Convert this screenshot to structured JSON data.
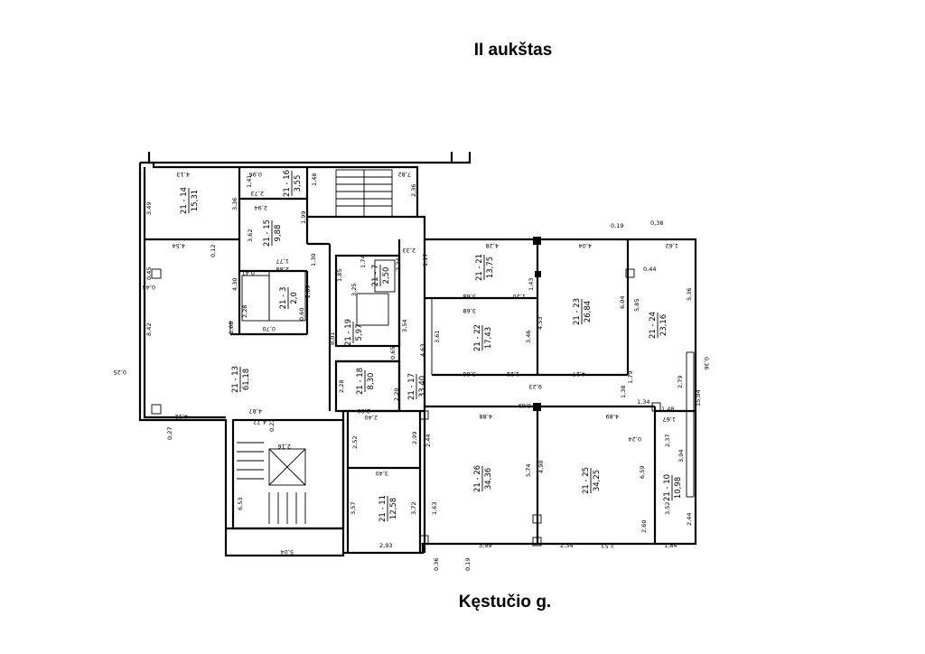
{
  "header": {
    "floor_title": "II aukštas"
  },
  "footer": {
    "street": "Kęstučio g."
  },
  "rooms": [
    {
      "id": "21 - 14",
      "area": "15,31"
    },
    {
      "id": "21 - 16",
      "area": "3,55"
    },
    {
      "id": "21 - 15",
      "area": "9,88"
    },
    {
      "id": "21 - 3",
      "area": "2,0"
    },
    {
      "id": "21 - 13",
      "area": "61,18"
    },
    {
      "id": "21 - 19",
      "area": "5,97"
    },
    {
      "id": "21 - 7",
      "area": "2,50"
    },
    {
      "id": "21 - 18",
      "area": "8,30"
    },
    {
      "id": "21 - 17",
      "area": "33,40"
    },
    {
      "id": "21 - 21",
      "area": "13,75"
    },
    {
      "id": "21 - 22",
      "area": "17,43"
    },
    {
      "id": "21 - 23",
      "area": "26,84"
    },
    {
      "id": "21 - 24",
      "area": "23,16"
    },
    {
      "id": "21 - 26",
      "area": "34,36"
    },
    {
      "id": "21 - 25",
      "area": "34,25"
    },
    {
      "id": "21 - 10",
      "area": "10,98"
    },
    {
      "id": "21 - 11",
      "area": "12,58"
    }
  ],
  "dimensions": [
    "4,13",
    "4,54",
    "3,49",
    "0,45",
    "0,44",
    "8,42",
    "0,25",
    "0,27",
    "4,12",
    "0,12",
    "4,30",
    "3,36",
    "3,62",
    "1,41",
    "0,96",
    "2,73",
    "2,94",
    "1,99",
    "2,88",
    "1,48",
    "7,82",
    "2,36",
    "0,19",
    "0,38",
    "4,28",
    "4,04",
    "3,68",
    "1,20",
    "3,66",
    "4,63",
    "3,61",
    "3,68",
    "4,27",
    "9,23",
    "4,88",
    "6,69",
    "4,89",
    "5,36",
    "2,79",
    "15,04",
    "0,36",
    "3,94",
    "1,84",
    "5,74",
    "4,90",
    "6,59",
    "2,60",
    "3,99",
    "2,34",
    "2,53",
    "2,93",
    "5,04",
    "6,53",
    "3,57",
    "3,72",
    "1,63",
    "2,16",
    "0,22",
    "4,77",
    "4,87",
    "2,90",
    "2,28",
    "2,20",
    "2,40",
    "3,40",
    "2,52",
    "2,99",
    "2,44",
    "1,67",
    "0,24",
    "2,37",
    "3,52",
    "2,44",
    "0,19",
    "0,36",
    "1,38",
    "1,34",
    "1,48",
    "1,79",
    "1,22",
    "1,62",
    "1,43",
    "3,46",
    "4,53",
    "6,04",
    "5,85",
    "0,44",
    "1,85",
    "3,25",
    "1,74",
    "2,24",
    "2,33",
    "1,17",
    "3,54",
    "8,01",
    "0,65",
    "1,30",
    "1,68",
    "2,09",
    "0,41",
    "1,77",
    "2,28",
    "0,70",
    "0,60"
  ]
}
